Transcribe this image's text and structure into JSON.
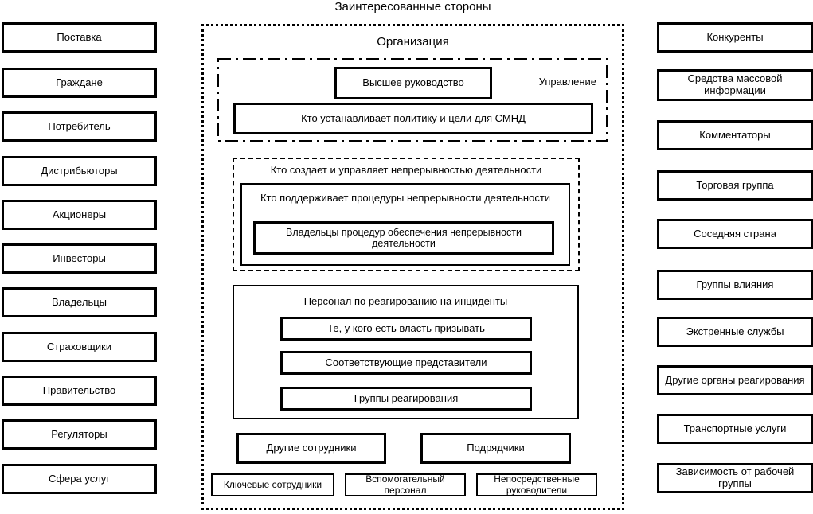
{
  "title": "Заинтересованные стороны",
  "left_column": {
    "items": [
      "Поставка",
      "Граждане",
      "Потребитель",
      "Дистрибьюторы",
      "Акционеры",
      "Инвесторы",
      "Владельцы",
      "Страховщики",
      "Правительство",
      "Регуляторы",
      "Сфера услуг"
    ]
  },
  "right_column": {
    "items": [
      "Конкуренты",
      "Средства массовой\nинформации",
      "Комментаторы",
      "Торговая группа",
      "Соседняя страна",
      "Группы влияния",
      "Экстренные службы",
      "Другие органы реагирования",
      "Транспортные услуги",
      "Зависимость от рабочей группы"
    ]
  },
  "organization": {
    "label": "Организация",
    "governance": {
      "tag": "Управление",
      "top_management": "Высшее руководство",
      "policy": "Кто устанавливает политику и цели для СМНД"
    },
    "continuity": {
      "label": "Кто создает и управляет непрерывностью деятельности",
      "maintain": "Кто поддерживает процедуры непрерывности деятельности",
      "owners": "Владельцы процедур обеспечения непрерывности деятельности"
    },
    "incident": {
      "label": "Персонал по реагированию на инциденты",
      "items": [
        "Те, у кого есть власть призывать",
        "Соответствующие представители",
        "Группы реагирования"
      ]
    },
    "staff_row1": [
      "Другие сотрудники",
      "Подрядчики"
    ],
    "staff_row2": [
      "Ключевые сотрудники",
      "Вспомогательный\nперсонал",
      "Непосредственные\nруководители"
    ]
  },
  "colors": {
    "ink": "#000000",
    "background": "#ffffff"
  }
}
